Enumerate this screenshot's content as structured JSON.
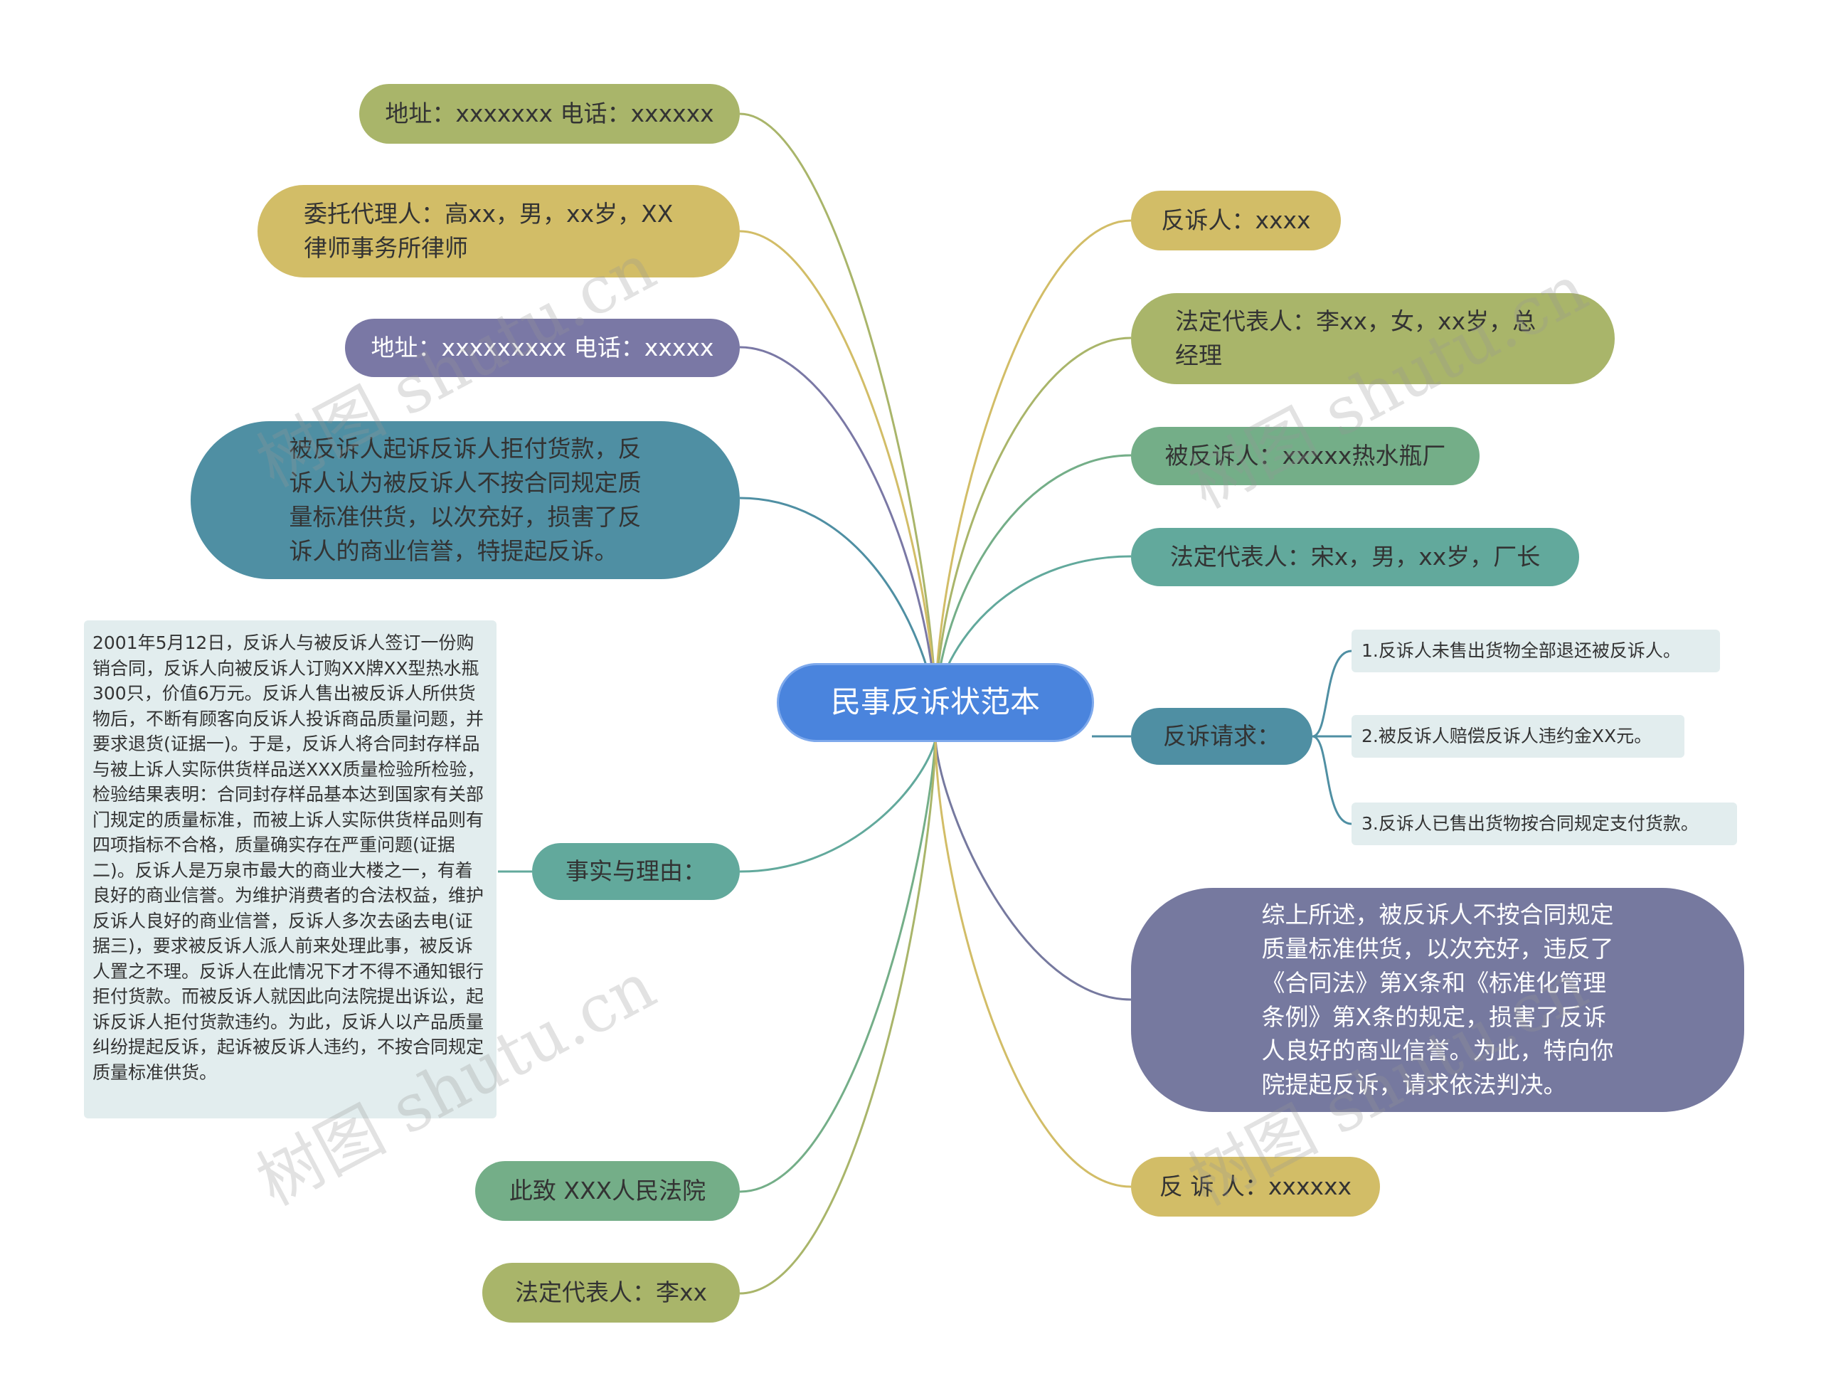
{
  "root": {
    "label": "民事反诉状范本"
  },
  "left": {
    "address1": "地址：xxxxxxx 电话：xxxxxx",
    "agent": "委托代理人：高xx，男，xx岁，XX\n律师事务所律师",
    "address2": "地址：xxxxxxxxx 电话：xxxxx",
    "summary": "被反诉人起诉反诉人拒付货款，反\n诉人认为被反诉人不按合同规定质\n量标准供货，以次充好，损害了反\n诉人的商业信誉，特提起反诉。",
    "facts_label": "事实与理由：",
    "facts_text": "2001年5月12日，反诉人与被反诉人签订一份购销合同，反诉人向被反诉人订购XX牌XX型热水瓶300只，价值6万元。反诉人售出被反诉人所供货物后，不断有顾客向反诉人投诉商品质量问题，并要求退货(证据一)。于是，反诉人将合同封存样品与被上诉人实际供货样品送XXX质量检验所检验，检验结果表明：合同封存样品基本达到国家有关部门规定的质量标准，而被上诉人实际供货样品则有四项指标不合格，质量确实存在严重问题(证据二)。反诉人是万泉市最大的商业大楼之一，有着良好的商业信誉。为维护消费者的合法权益，维护反诉人良好的商业信誉，反诉人多次去函去电(证据三)，要求被反诉人派人前来处理此事，被反诉人置之不理。反诉人在此情况下才不得不通知银行拒付货款。而被反诉人就因此向法院提出诉讼，起诉反诉人拒付货款违约。为此，反诉人以产品质量纠纷提起反诉，起诉被反诉人违约，不按合同规定质量标准供货。",
    "court": "此致 XXX人民法院",
    "legal_rep": "法定代表人：李xx"
  },
  "right": {
    "counterclaimant": "反诉人：xxxx",
    "legal_rep1": "法定代表人：李xx，女，xx岁，总\n经理",
    "respondent": "被反诉人：xxxxx热水瓶厂",
    "legal_rep2": "法定代表人：宋x，男，xx岁，厂长",
    "claims_label": "反诉请求：",
    "claims": [
      "1.反诉人未售出货物全部退还被反诉人。",
      "2.被反诉人赔偿反诉人违约金XX元。",
      "3.反诉人已售出货物按合同规定支付货款。"
    ],
    "conclusion": "综上所述，被反诉人不按合同规定\n质量标准供货，以次充好，违反了\n《合同法》第X条和《标准化管理\n条例》第X条的规定，损害了反诉\n人良好的商业信誉。为此，特向你\n院提起反诉，请求依法判决。",
    "signature": "反 诉 人：xxxxxx"
  },
  "watermark": "树图 shutu.cn",
  "colors": {
    "olive": "#a9b56a",
    "mustard": "#d2bd67",
    "purple": "#7a78a5",
    "teal": "#4f8fa3",
    "green": "#74ae88",
    "sea": "#62a99c",
    "slate": "#76799f",
    "center": "#4a84dd",
    "light": "#e2edee"
  }
}
